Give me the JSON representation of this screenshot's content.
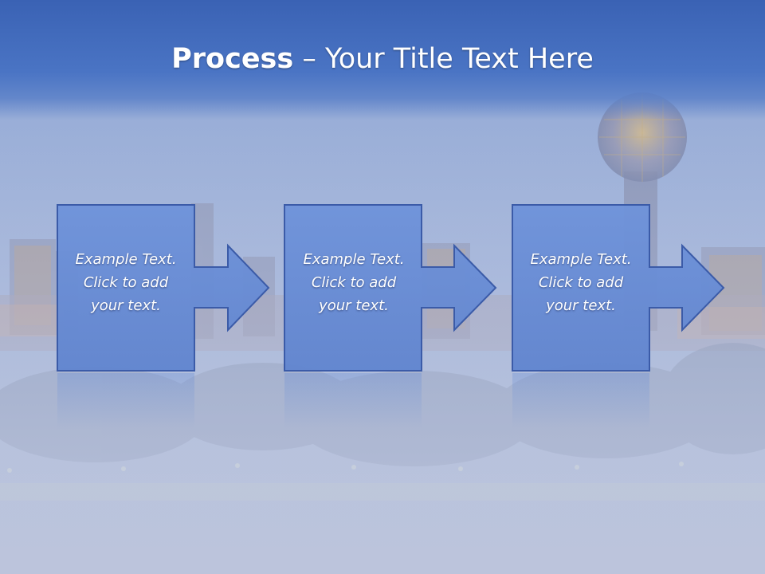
{
  "slide": {
    "title_bold": "Process",
    "title_rest": " – Your Title Text Here"
  },
  "steps": [
    {
      "line1": "Example Text.",
      "line2": "Click  to add",
      "line3": "your text."
    },
    {
      "line1": "Example Text.",
      "line2": "Click  to add",
      "line3": "your text."
    },
    {
      "line1": "Example Text.",
      "line2": "Click  to add",
      "line3": "your text."
    }
  ],
  "colors": {
    "title_band": "#3a62b4",
    "box_fill": "#6a8fd6",
    "box_border": "#3b5ba8",
    "text": "#ffffff"
  }
}
